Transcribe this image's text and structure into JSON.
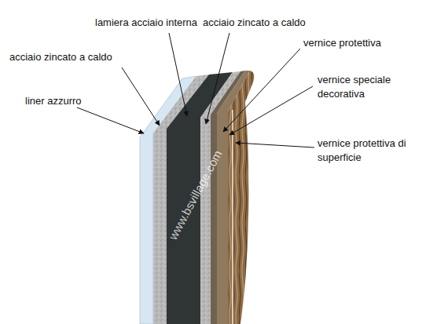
{
  "diagram": {
    "labels": [
      "lamiera acciaio interna",
      "acciaio zincato a caldo",
      "acciaio zincato a caldo",
      "vernice protettiva",
      "vernice speciale decorativa",
      "liner azzurro",
      "vernice protettiva di superficie",
      "www.bsvillage.com"
    ]
  }
}
